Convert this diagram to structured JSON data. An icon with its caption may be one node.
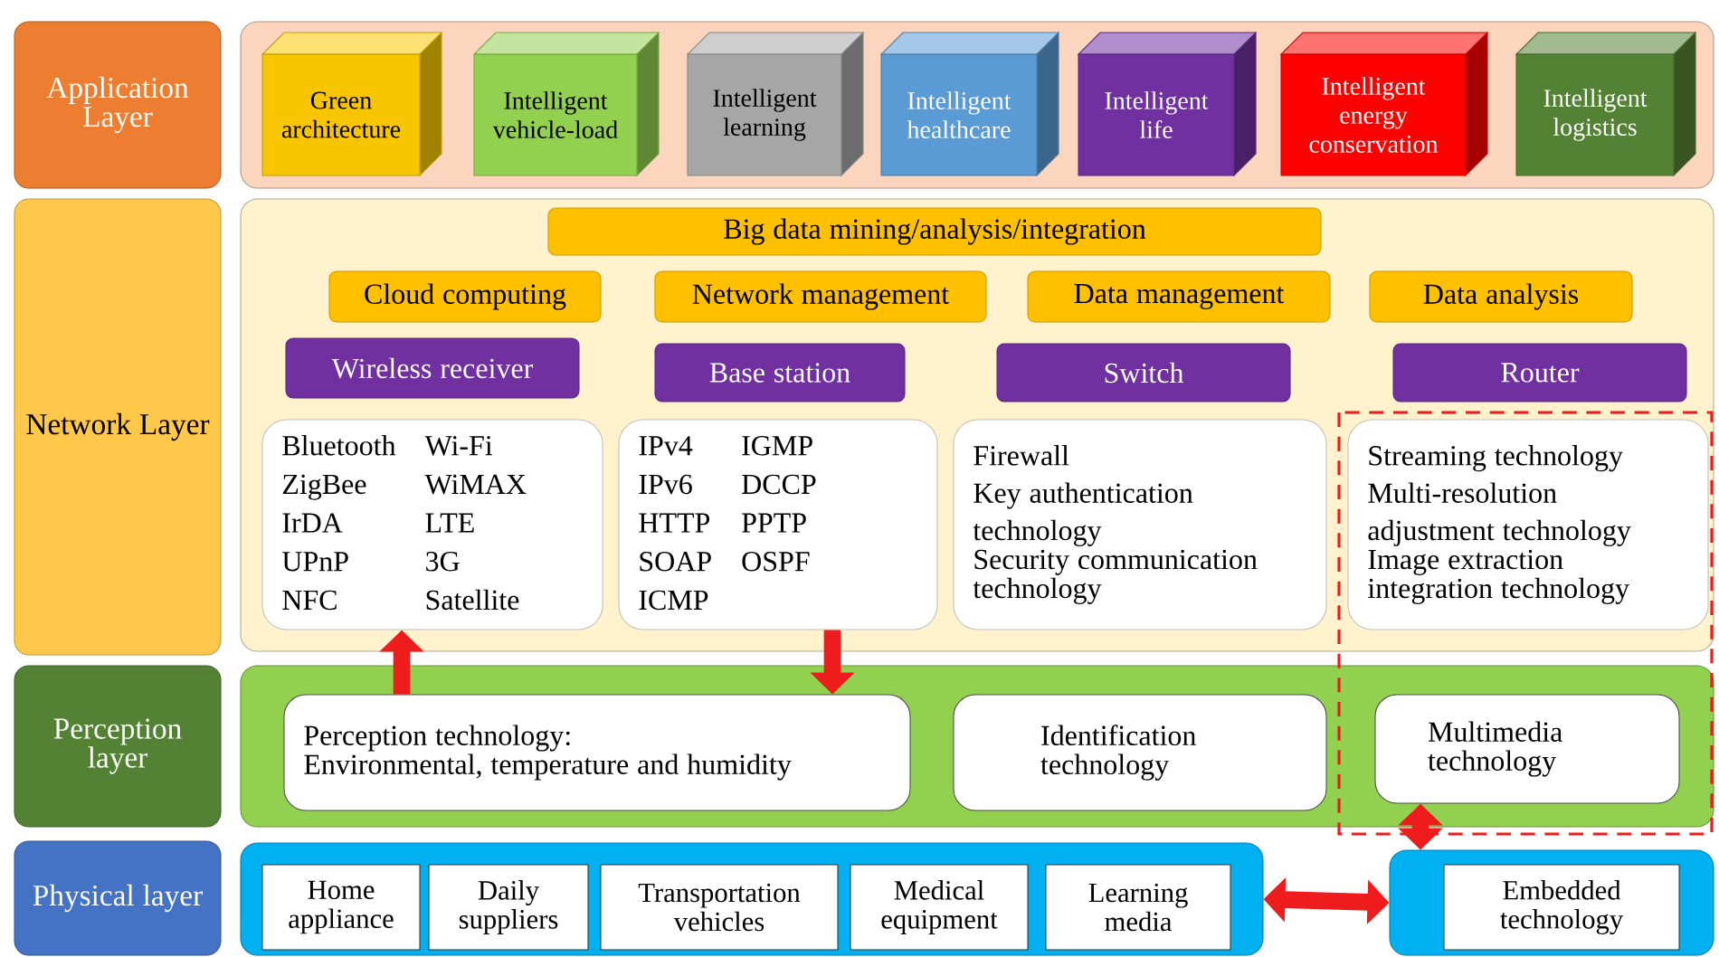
{
  "diagram": {
    "nodes": [
      {
        "text": [
          "Application Layer"
        ]
      },
      {
        "text": [],
        "shape": "box"
      },
      {
        "text": [
          "Green architecture"
        ],
        "in": 1
      },
      {
        "text": [
          "Intelligent vehicle-load"
        ],
        "in": 1
      },
      {
        "text": [
          "Intelligent learning"
        ],
        "in": 1
      },
      {
        "text": [
          "Intelligent healthcare"
        ],
        "in": 1
      },
      {
        "text": [
          "Intelligent life"
        ],
        "in": 1
      },
      {
        "text": [
          "Intelligent energy conservation"
        ],
        "in": 1
      },
      {
        "text": [
          "Intelligent logistics"
        ],
        "in": 1
      },
      {
        "text": [
          "Network Layer"
        ]
      },
      {
        "text": [],
        "shape": "box"
      },
      {
        "text": [
          "Big data mining/analysis/integration"
        ],
        "in": 10
      },
      {
        "text": [
          "Cloud computing"
        ],
        "in": 10
      },
      {
        "text": [
          "Network management"
        ],
        "in": 10
      },
      {
        "text": [
          "Data management"
        ],
        "in": 10
      },
      {
        "text": [
          "Data analysis"
        ],
        "in": 10
      },
      {
        "text": [
          "Wireless receiver"
        ],
        "in": 10
      },
      {
        "text": [
          "Base station"
        ],
        "in": 10
      },
      {
        "text": [
          "Switch"
        ],
        "in": 10
      },
      {
        "text": [
          "Router"
        ],
        "in": 10
      },
      {
        "text": [
          "Bluetooth",
          "ZigBee",
          "IrDA",
          "UPnP",
          "NFC",
          "Wi-Fi",
          "WiMAX",
          "LTE",
          "3G",
          "Satellite"
        ],
        "in": 10
      },
      {
        "text": [
          "IPv4",
          "IPv6",
          "HTTP",
          "SOAP",
          "ICMP",
          "IGMP",
          "DCCP",
          "PPTP",
          "OSPF"
        ],
        "in": 10
      },
      {
        "text": [
          "Firewall",
          "Key authentication technology",
          "Security communication technology"
        ],
        "in": 10
      },
      {
        "text": [
          "Streaming technology",
          "Multi-resolution adjustment technology",
          "Image extraction integration technology"
        ],
        "in": 10
      },
      {
        "text": [
          "Perception layer"
        ]
      },
      {
        "text": [],
        "shape": "box"
      },
      {
        "text": [
          "Perception technology:",
          "Environmental, temperature and humidity"
        ],
        "in": 25
      },
      {
        "text": [
          "Identification technology"
        ],
        "in": 25
      },
      {
        "text": [
          "Multimedia technology"
        ],
        "in": 25
      },
      {
        "text": [
          "Physical layer"
        ]
      },
      {
        "text": [],
        "shape": "box"
      },
      {
        "text": [
          "Home appliance"
        ],
        "in": 30
      },
      {
        "text": [
          "Daily suppliers"
        ],
        "in": 30
      },
      {
        "text": [
          "Transportation vehicles"
        ],
        "in": 30
      },
      {
        "text": [
          "Medical equipment"
        ],
        "in": 30
      },
      {
        "text": [
          "Learning media"
        ],
        "in": 30
      },
      {
        "text": [],
        "shape": "box"
      },
      {
        "text": [
          "Embedded technology"
        ],
        "in": 36
      }
    ],
    "edges": [
      {
        "from": 26,
        "to": 20,
        "arrow": "to"
      },
      {
        "from": 21,
        "to": 26,
        "arrow": "to"
      },
      {
        "from": 30,
        "to": 36,
        "arrow": "both"
      },
      {
        "from": 28,
        "to": 36,
        "arrow": "both"
      }
    ]
  }
}
